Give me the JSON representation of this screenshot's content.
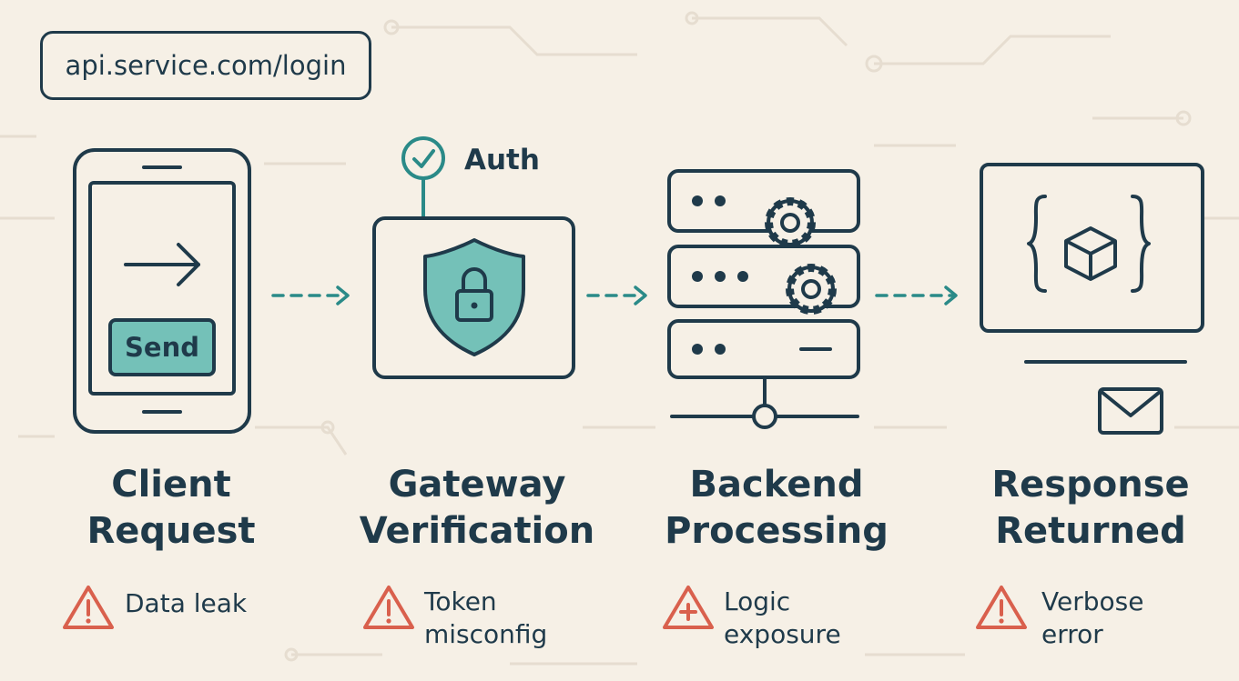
{
  "url_bar": {
    "text": "api.service.com/login"
  },
  "colors": {
    "background": "#f6f0e6",
    "stroke": "#1f3a4a",
    "teal": "#2a8a88",
    "teal_fill": "#74c1b8",
    "warning": "#d9604d"
  },
  "stages": [
    {
      "id": "client",
      "title_line1": "Client",
      "title_line2": "Request",
      "icon": "smartphone-icon",
      "button_label": "Send",
      "risk_line1": "Data leak",
      "risk_line2": ""
    },
    {
      "id": "gateway",
      "title_line1": "Gateway",
      "title_line2": "Verification",
      "icon": "shield-lock-icon",
      "badge_label": "Auth",
      "risk_line1": "Token",
      "risk_line2": "misconfig"
    },
    {
      "id": "backend",
      "title_line1": "Backend",
      "title_line2": "Processing",
      "icon": "server-stack-icon",
      "risk_line1": "Logic",
      "risk_line2": "exposure"
    },
    {
      "id": "response",
      "title_line1": "Response",
      "title_line2": "Returned",
      "icon": "monitor-code-icon",
      "risk_line1": "Verbose",
      "risk_line2": "error"
    }
  ]
}
